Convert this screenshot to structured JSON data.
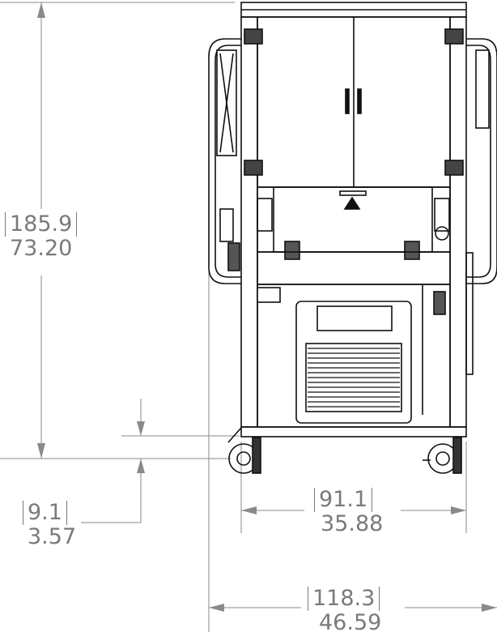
{
  "dimensions": {
    "height": {
      "metric": "185.9",
      "imperial": "73.20"
    },
    "caster": {
      "metric": "9.1",
      "imperial": "3.57"
    },
    "frame_width": {
      "metric": "91.1",
      "imperial": "35.88"
    },
    "overall_width": {
      "metric": "118.3",
      "imperial": "46.59"
    }
  }
}
